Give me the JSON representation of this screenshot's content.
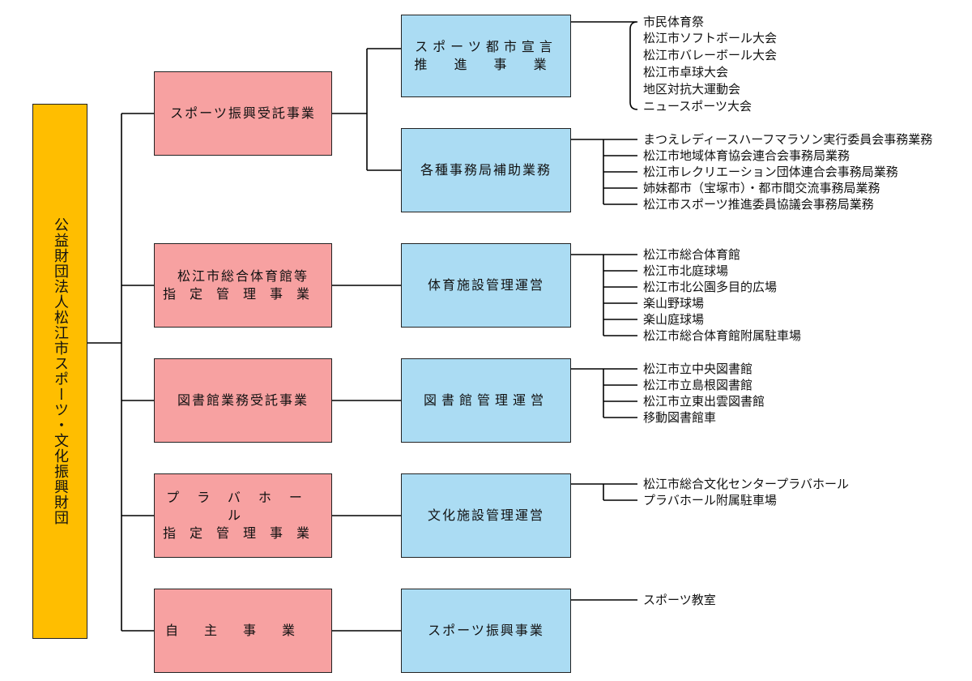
{
  "org": {
    "name": "公益財団法人松江市スポーツ・文化振興財団"
  },
  "categories": [
    {
      "label_lines": [
        "スポーツ振興受託事業"
      ],
      "subs": [
        {
          "label_lines": [
            "スポーツ都市宣言",
            "推 進 事 業"
          ],
          "items": [
            "市民体育祭",
            "松江市ソフトボール大会",
            "松江市バレーボール大会",
            "松江市卓球大会",
            "地区対抗大運動会",
            "ニュースポーツ大会"
          ]
        },
        {
          "label_lines": [
            "各種事務局補助業務"
          ],
          "items": [
            "まつえレディースハーフマラソン実行委員会事務業務",
            "松江市地域体育協会連合会事務局業務",
            "松江市レクリエーション団体連合会事務局業務",
            "姉妹都市（宝塚市）・都市間交流事務局業務",
            "松江市スポーツ推進委員協議会事務局業務"
          ]
        }
      ]
    },
    {
      "label_lines": [
        "松江市総合体育館等",
        "指定管理事業"
      ],
      "subs": [
        {
          "label_lines": [
            "体育施設管理運営"
          ],
          "items": [
            "松江市総合体育館",
            "松江市北庭球場",
            "松江市北公園多目的広場",
            "楽山野球場",
            "楽山庭球場",
            "松江市総合体育館附属駐車場"
          ]
        }
      ]
    },
    {
      "label_lines": [
        "図書館業務受託事業"
      ],
      "subs": [
        {
          "label_lines": [
            "図書館管理運営"
          ],
          "items": [
            "松江市立中央図書館",
            "松江市立島根図書館",
            "松江市立東出雲図書館",
            "移動図書館車"
          ]
        }
      ]
    },
    {
      "label_lines": [
        "プラバホール",
        "指定管理事業"
      ],
      "subs": [
        {
          "label_lines": [
            "文化施設管理運営"
          ],
          "items": [
            "松江市総合文化センタープラバホール",
            "プラバホール附属駐車場"
          ]
        }
      ]
    },
    {
      "label_lines": [
        "自主事業"
      ],
      "subs": [
        {
          "label_lines": [
            "スポーツ振興事業"
          ],
          "items": [
            "スポーツ教室"
          ]
        }
      ]
    }
  ]
}
